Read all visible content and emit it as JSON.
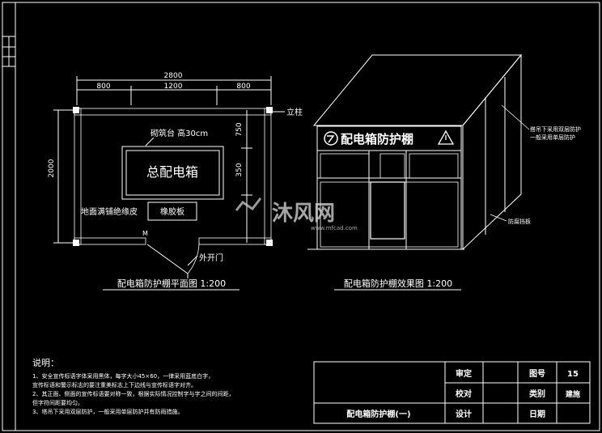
{
  "plan": {
    "overall_dim": "2800",
    "dim_left": "800",
    "dim_mid": "1200",
    "dim_right": "800",
    "dim_height": "2000",
    "dim_v1": "750",
    "dim_v2": "350",
    "column_label": "立柱",
    "platform_label": "砌筑台 高30cm",
    "box_label": "总配电箱",
    "floor_label": "地面满铺绝缘皮",
    "rubber_label": "橡胶板",
    "door_mark": "M",
    "door_label": "外开门",
    "caption": "配电箱防护棚平面图 1:200"
  },
  "effect": {
    "sign_text": "配电箱防护棚",
    "note_roof_1": "搭吊下采用双层防护",
    "note_roof_2": "一般采用单层防护",
    "note_side": "防腐挡板",
    "caption": "配电箱防护棚效果图 1:200"
  },
  "watermark": {
    "text": "沐风网",
    "url": "www.mfcad.com"
  },
  "notes": {
    "title": "说明：",
    "line1": "1、安全宣传标语字体采用黑体，每字大小45×60，一律采用蓝底白字，",
    "line2": "   宣传标语和警示标志的要注重美标志上下边线与宣传标语字对齐。",
    "line3": "2、其正面、侧面的宣传标语要对称一致，根据实际情况控制字与字之间的间距，",
    "line4": "   但字符间距要均匀。",
    "line5": "3、塔吊下采用双层防护，一般采用单层防护并有防雨措施。"
  },
  "titleblock": {
    "review": "审定",
    "check": "校对",
    "design": "设计",
    "drawing_no_label": "图号",
    "drawing_no": "15",
    "category_label": "类别",
    "category": "建施",
    "date_label": "日期",
    "drawing_name": "配电箱防护棚(一)"
  }
}
